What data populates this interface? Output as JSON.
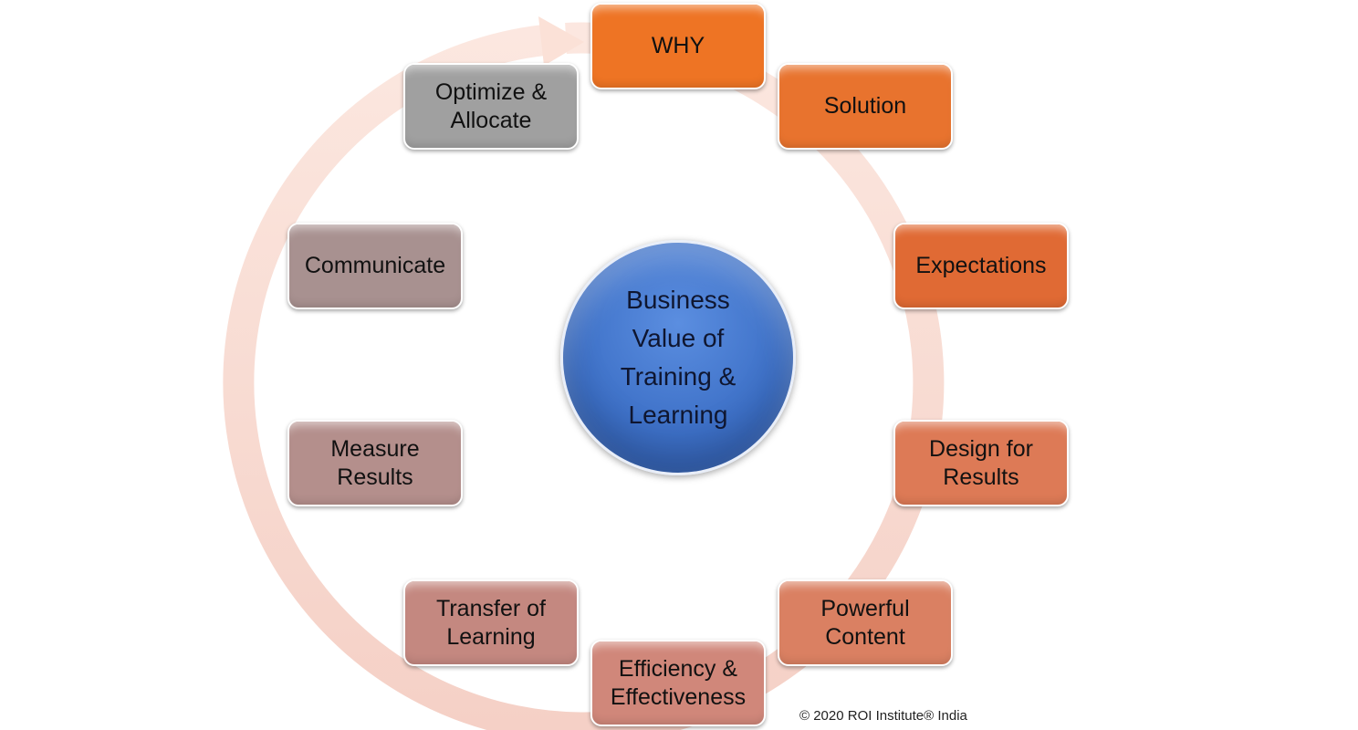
{
  "center": {
    "label": "Business\nValue of\nTraining &\nLearning",
    "color": "#3c6fc6"
  },
  "steps": [
    {
      "label": "WHY",
      "color": "#ee7424"
    },
    {
      "label": "Solution",
      "color": "#e8732e"
    },
    {
      "label": "Expectations",
      "color": "#e06a34"
    },
    {
      "label": "Design for\nResults",
      "color": "#dd7a56"
    },
    {
      "label": "Powerful\nContent",
      "color": "#da8062"
    },
    {
      "label": "Efficiency &\nEffectiveness",
      "color": "#d0877a"
    },
    {
      "label": "Transfer of\nLearning",
      "color": "#c48880"
    },
    {
      "label": "Measure\nResults",
      "color": "#b48f8c"
    },
    {
      "label": "Communicate",
      "color": "#a89190"
    },
    {
      "label": "Optimize &\nAllocate",
      "color": "#a0a0a0"
    }
  ],
  "arrow_color": "#f7d3c8",
  "copyright": "© 2020 ROI Institute® India"
}
